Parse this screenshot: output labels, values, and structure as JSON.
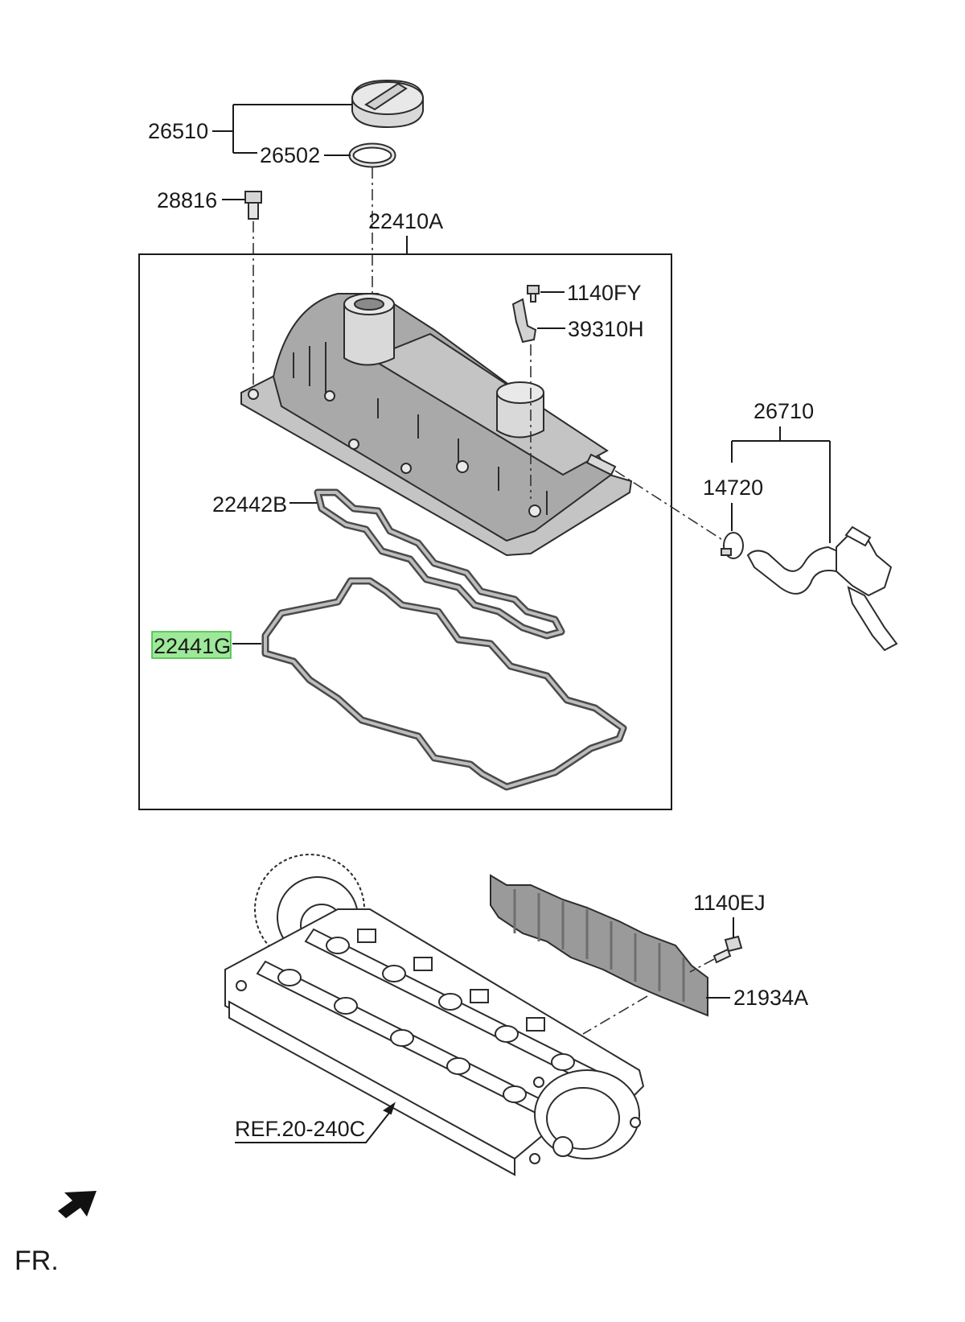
{
  "diagram": {
    "parts": [
      {
        "id": "cap",
        "number": "26510"
      },
      {
        "id": "cap-seal",
        "number": "26502"
      },
      {
        "id": "bolt",
        "number": "28816"
      },
      {
        "id": "cover",
        "number": "22410A"
      },
      {
        "id": "bolt-small",
        "number": "1140FY"
      },
      {
        "id": "sensor",
        "number": "39310H"
      },
      {
        "id": "hose-assy",
        "number": "26710"
      },
      {
        "id": "clamp",
        "number": "14720"
      },
      {
        "id": "gasket-b",
        "number": "22442B"
      },
      {
        "id": "gasket-g",
        "number": "22441G",
        "highlighted": true
      },
      {
        "id": "bolt-ej",
        "number": "1140EJ"
      },
      {
        "id": "shield",
        "number": "21934A"
      }
    ],
    "reference": "REF.20-240C",
    "direction_label": "FR.",
    "highlight_color": "#9ee89a"
  }
}
